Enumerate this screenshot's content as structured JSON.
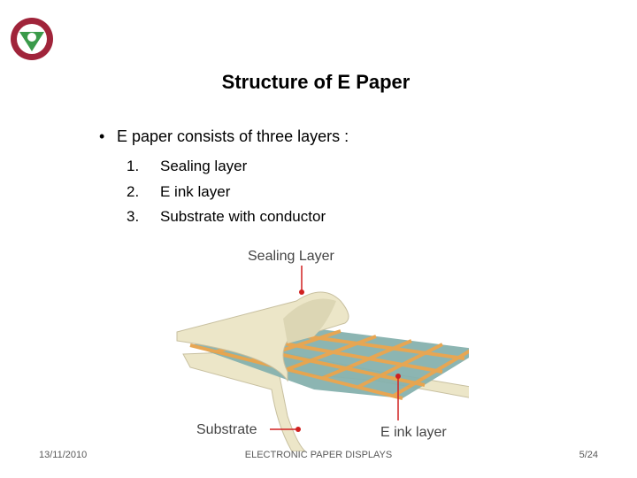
{
  "slide": {
    "title": "Structure of  E Paper",
    "bullet": "E paper consists of three layers :",
    "layers": [
      {
        "num": "1.",
        "label": "Sealing layer"
      },
      {
        "num": "2.",
        "label": "E ink layer"
      },
      {
        "num": "3.",
        "label": "Substrate with conductor"
      }
    ]
  },
  "figure": {
    "sealing_label": "Sealing Layer",
    "substrate_label": "Substrate",
    "ink_label": "E ink layer"
  },
  "footer": {
    "date": "13/11/2010",
    "center": "ELECTRONIC PAPER DISPLAYS",
    "page": "5/24"
  },
  "colors": {
    "logo_ring": "#a0243a",
    "sheet": "#ece6c8",
    "grid": "#e6a24a",
    "cell": "#86b2ae",
    "pointer": "#d02020"
  }
}
